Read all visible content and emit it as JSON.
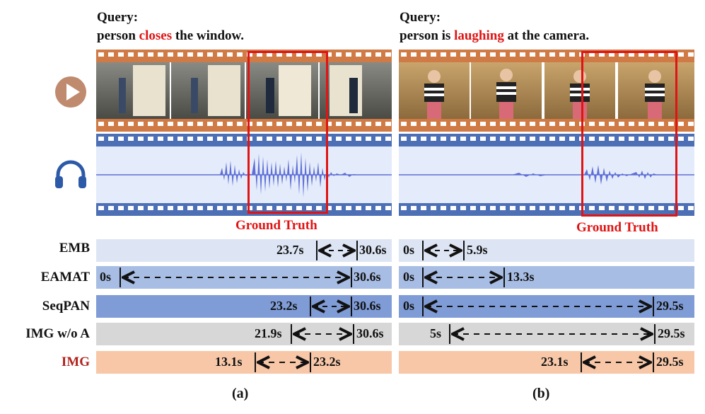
{
  "panels": [
    {
      "query_label": "Query:",
      "query_pre": "person ",
      "query_highlight": "closes",
      "query_post": " the window.",
      "ground_truth_label": "Ground Truth",
      "panel_label": "(a)"
    },
    {
      "query_label": "Query:",
      "query_pre": "person is ",
      "query_highlight": "laughing",
      "query_post": " at the camera.",
      "ground_truth_label": "Ground Truth",
      "panel_label": "(b)"
    }
  ],
  "methods": [
    {
      "name": "EMB",
      "color": "#dde5f4",
      "a": {
        "start": "23.7s",
        "end": "30.6s"
      },
      "b": {
        "start": "0s",
        "end": "5.9s"
      }
    },
    {
      "name": "EAMAT",
      "color": "#a8bde4",
      "a": {
        "start": "0s",
        "end": "30.6s"
      },
      "b": {
        "start": "0s",
        "end": "13.3s"
      }
    },
    {
      "name": "SeqPAN",
      "color": "#7f9cd6",
      "a": {
        "start": "23.2s",
        "end": "30.6s"
      },
      "b": {
        "start": "0s",
        "end": "29.5s"
      }
    },
    {
      "name": "IMG w/o A",
      "color": "#d7d7d7",
      "a": {
        "start": "21.9s",
        "end": "30.6s"
      },
      "b": {
        "start": "5s",
        "end": "29.5s"
      }
    },
    {
      "name": "IMG",
      "color": "#f7c7a8",
      "a": {
        "start": "13.1s",
        "end": "23.2s"
      },
      "b": {
        "start": "23.1s",
        "end": "29.5s"
      }
    }
  ],
  "icons": {
    "video": "play-icon",
    "audio": "headphones-icon"
  },
  "colors": {
    "highlight": "#e01414",
    "filmstrip_orange": "#d07a45",
    "filmstrip_blue": "#4d6fb5",
    "waveform": "#5f6fd6",
    "audio_bg": "#e4ecfb",
    "play_icon": "#c08a6e",
    "headphones_icon": "#2d5aa8"
  }
}
